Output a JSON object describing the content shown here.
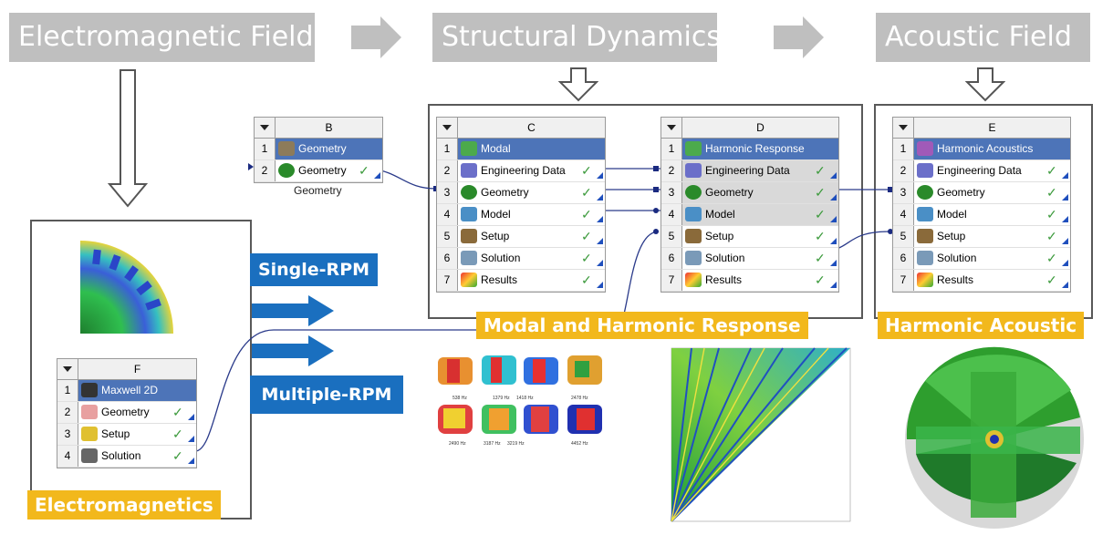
{
  "headers": {
    "em": "Electromagnetic Field",
    "sd": "Structural Dynamics",
    "af": "Acoustic Field"
  },
  "systems": {
    "B": {
      "letter": "B",
      "caption": "Geometry",
      "rows": [
        {
          "n": "1",
          "label": "Geometry"
        },
        {
          "n": "2",
          "label": "Geometry"
        }
      ]
    },
    "C": {
      "letter": "C",
      "rows": [
        {
          "n": "1",
          "label": "Modal"
        },
        {
          "n": "2",
          "label": "Engineering Data"
        },
        {
          "n": "3",
          "label": "Geometry"
        },
        {
          "n": "4",
          "label": "Model"
        },
        {
          "n": "5",
          "label": "Setup"
        },
        {
          "n": "6",
          "label": "Solution"
        },
        {
          "n": "7",
          "label": "Results"
        }
      ]
    },
    "D": {
      "letter": "D",
      "rows": [
        {
          "n": "1",
          "label": "Harmonic Response"
        },
        {
          "n": "2",
          "label": "Engineering Data"
        },
        {
          "n": "3",
          "label": "Geometry"
        },
        {
          "n": "4",
          "label": "Model"
        },
        {
          "n": "5",
          "label": "Setup"
        },
        {
          "n": "6",
          "label": "Solution"
        },
        {
          "n": "7",
          "label": "Results"
        }
      ]
    },
    "E": {
      "letter": "E",
      "rows": [
        {
          "n": "1",
          "label": "Harmonic Acoustics"
        },
        {
          "n": "2",
          "label": "Engineering Data"
        },
        {
          "n": "3",
          "label": "Geometry"
        },
        {
          "n": "4",
          "label": "Model"
        },
        {
          "n": "5",
          "label": "Setup"
        },
        {
          "n": "6",
          "label": "Solution"
        },
        {
          "n": "7",
          "label": "Results"
        }
      ]
    },
    "F": {
      "letter": "F",
      "rows": [
        {
          "n": "1",
          "label": "Maxwell 2D"
        },
        {
          "n": "2",
          "label": "Geometry"
        },
        {
          "n": "3",
          "label": "Setup"
        },
        {
          "n": "4",
          "label": "Solution"
        }
      ]
    }
  },
  "tags": {
    "modal_harmonic": "Modal and Harmonic Response",
    "harmonic_acoustic": "Harmonic Acoustic",
    "electromagnetics": "Electromagnetics"
  },
  "buttons": {
    "single": "Single-RPM",
    "multiple": "Multiple-RPM"
  },
  "mode_freqs": [
    "538 Hz",
    "1379 Hz",
    "1418 Hz",
    "2478 Hz",
    "2490 Hz",
    "3187 Hz",
    "3219 Hz",
    "4452 Hz"
  ],
  "colors": {
    "header_gray": "#bfbfbf",
    "tag_yellow": "#f2b81c",
    "button_blue": "#1a6fbf",
    "title_row": "#4d74b8"
  }
}
